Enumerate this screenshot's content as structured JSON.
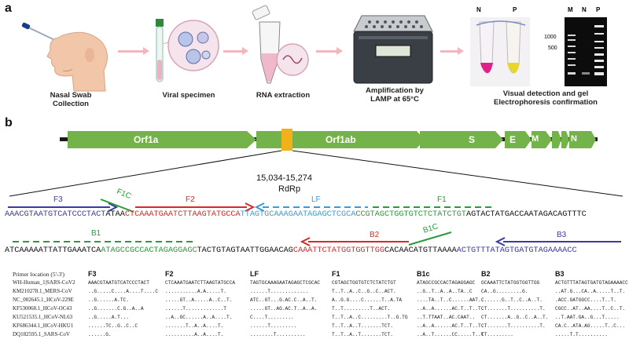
{
  "panel_a": {
    "letter": "a",
    "steps": [
      {
        "label": "Nasal Swab\nCollection"
      },
      {
        "label": "Viral specimen"
      },
      {
        "label": "RNA extraction"
      },
      {
        "label": "Amplification by\nLAMP at 65°C"
      },
      {
        "label": "Visual detection and gel\nElectrophoresis confirmation"
      }
    ],
    "tube_labels": [
      "N",
      "P"
    ],
    "gel_labels": [
      "M",
      "N",
      "P"
    ],
    "gel_ladder": [
      "1000",
      "500"
    ],
    "colors": {
      "arrow": "#f2b6bf",
      "neg_tube": "#e0208a",
      "pos_tube": "#e8d62a"
    }
  },
  "panel_b": {
    "letter": "b",
    "genome": {
      "genes": [
        "Orf1a",
        "Orf1ab",
        "S",
        "E",
        "M",
        "N"
      ],
      "gene_color": "#74b24a",
      "highlight_color": "#f2b01a",
      "region": "15,034-15,274",
      "region_name": "RdRp"
    },
    "sequence": {
      "top": [
        {
          "text": "AAACGTAATGTCATCCCTACT",
          "color": "#3a3aa0"
        },
        {
          "text": "ATAA",
          "color": "#111111"
        },
        {
          "text": "CTCAAATGAATCTTAAGTATGCCA",
          "color": "#d42a2a"
        },
        {
          "text": "TTAGTGCAAAGAATAGAGCTCGCA",
          "color": "#3a9ad8"
        },
        {
          "text": "CCGTAGCTGGTGTCTCTATCTGT",
          "color": "#2a9a3a"
        },
        {
          "text": "AGTACTATGACCAATAGACAGTTTC",
          "color": "#111111"
        }
      ],
      "bottom": [
        {
          "text": "ATCAAAAATTATTGAAATCA",
          "color": "#111111"
        },
        {
          "text": "ATAGCCGCCACTAGAGGAGC",
          "color": "#2a9a3a"
        },
        {
          "text": "TACTGTAGTAATTGGAACAG",
          "color": "#111111"
        },
        {
          "text": "CAAATTCTATGGTGGTTGG",
          "color": "#d42a2a"
        },
        {
          "text": "CACAACATGTTAAAA",
          "color": "#111111"
        },
        {
          "text": "ACTGTTTATAGTGATGTAGAAAACC",
          "color": "#3a3aa0"
        }
      ],
      "primers": {
        "F3": "F3",
        "F1C": "F1C",
        "F2": "F2",
        "LF": "LF",
        "F1": "F1",
        "B1": "B1",
        "B2": "B2",
        "B1C": "B1C",
        "B3": "B3"
      }
    },
    "table": {
      "row_header": "Primer location (5'-3')",
      "rows": [
        "WH-Human_1|SARS-CoV2",
        "KM210278.1_MERS-CoV",
        "NC_002645.1_HCoV-229E",
        "KF530068.1_HCoV-OC43",
        "KU521535.1_HCoV-NL63",
        "KF686344.1_HCoV-HKU1",
        "DQ182595.1_SARS-CoV"
      ],
      "columns": [
        {
          "name": "F3",
          "cells": [
            "AAACGTAATGTCATCCCTACT",
            "..G.....C....A....T....C",
            "..G......A.TC.",
            "..G.......C.G..A..A",
            "..G.....A.T...",
            "......TC..G..C..C",
            "......G."
          ]
        },
        {
          "name": "F2",
          "cells": [
            "CTCAAATGAATCTTAAGTATGCCA",
            "...........A.A.....T.",
            ".....GT..A.....A..C..T.",
            "......T.............T",
            "..A..GC......A..A....T.",
            ".......T..A..A....T.",
            "..........A..A....T."
          ]
        },
        {
          "name": "LF",
          "cells": [
            "TAGTGCAAAGAATAGAGCTCGCAC",
            "......T.............",
            "ATC..GT...G.AC.C..A..T.",
            ".....GT..AG.AC.T..A..A.",
            "C....T.........",
            "......T.........",
            "........T.........."
          ]
        },
        {
          "name": "F1",
          "cells": [
            "CGTAGCTGGTGTCTCTATCTGT",
            "T..T..A..C..G..C..ACT.",
            "A..G.G....C......T..A.TA",
            "T..T.........T..ACT.",
            "T..T..A..C.........T..G.TG",
            "T..T..A..T.......TCT.",
            "T..T..A..T.......TCT."
          ]
        },
        {
          "name": "B1c",
          "cells": [
            "ATAGCCGCCACTAGAGGAGC",
            "..G..T..A..A..TA..C",
            "....TA..T..C......AAT..",
            "..A..A......AC.T..T..T.",
            "..T.TTAAT..AC.CAAT..",
            "..A..A......AC.T..T..T.",
            "..A..T......CC.....T..T"
          ]
        },
        {
          "name": "B2",
          "cells": [
            "GCAAATTCTATGGTGGTTGG",
            "CA..G.........G.",
            "C......G..T..C..A..T.",
            "CT.......T..........T.",
            "CT.......A..G..C..A..T.",
            "CT.......T..........T.",
            "CT........."
          ]
        },
        {
          "name": "B3",
          "cells": [
            "ACTGTTTATAGTGATGTAGAAAACC",
            "..AT.G...CA..A.....T..T.",
            ".ACC.GATGGCC....T..T.",
            "CGCC..AT..AA....T..C..T.",
            "..T.AAT.GA..G...T.....",
            "CA.C..ATA.AG.....T..C...",
            ".....T.T.........."
          ]
        }
      ]
    }
  }
}
